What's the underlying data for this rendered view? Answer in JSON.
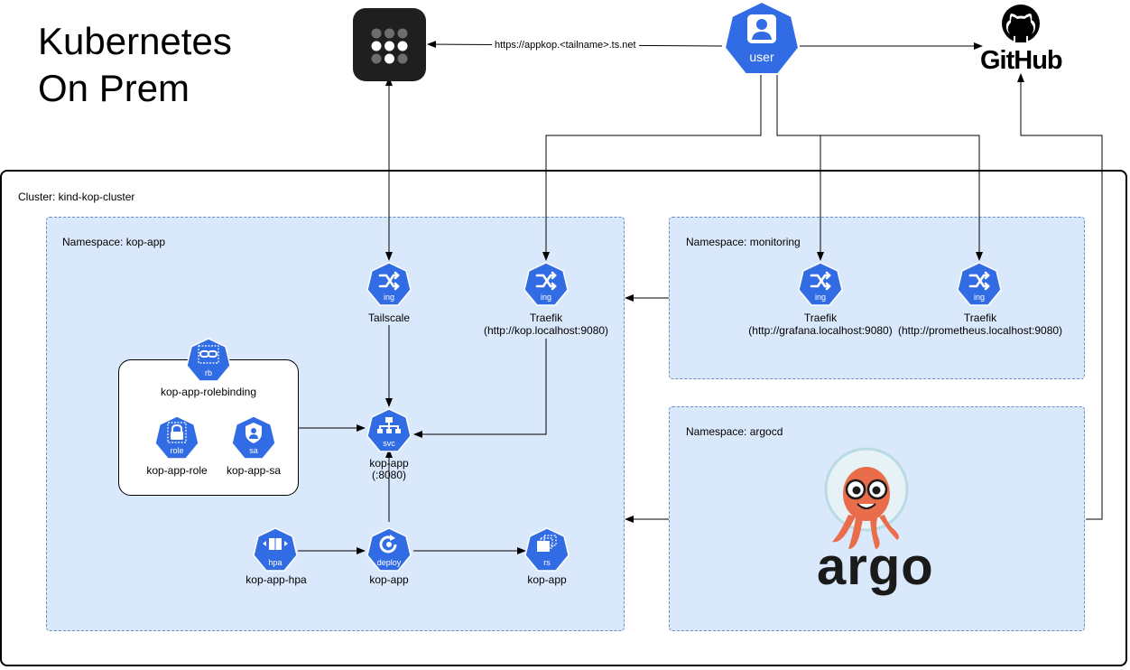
{
  "title": "Kubernetes\nOn Prem",
  "external": {
    "tailscale_url": "https://appkop.<tailname>.ts.net",
    "user_label": "user",
    "github_label": "GitHub"
  },
  "cluster": {
    "label": "Cluster: kind-kop-cluster"
  },
  "namespaces": {
    "kop_app": {
      "label": "Namespace: kop-app",
      "ingress_tailscale": {
        "badge": "ing",
        "name": "Tailscale"
      },
      "ingress_traefik": {
        "badge": "ing",
        "name": "Traefik",
        "url": "(http://kop.localhost:9080)"
      },
      "service": {
        "badge": "svc",
        "name": "kop-app",
        "port": "(:8080)"
      },
      "rolebinding": {
        "badge": "rb",
        "name": "kop-app-rolebinding"
      },
      "role": {
        "badge": "role",
        "name": "kop-app-role"
      },
      "serviceaccount": {
        "badge": "sa",
        "name": "kop-app-sa"
      },
      "hpa": {
        "badge": "hpa",
        "name": "kop-app-hpa"
      },
      "deploy": {
        "badge": "deploy",
        "name": "kop-app"
      },
      "replicaset": {
        "badge": "rs",
        "name": "kop-app"
      }
    },
    "monitoring": {
      "label": "Namespace: monitoring",
      "grafana": {
        "badge": "ing",
        "name": "Traefik",
        "url": "(http://grafana.localhost:9080)"
      },
      "prometheus": {
        "badge": "ing",
        "name": "Traefik",
        "url": "(http://prometheus.localhost:9080)"
      }
    },
    "argocd": {
      "label": "Namespace: argocd",
      "logo_text": "argo"
    }
  },
  "colors": {
    "k8s_blue": "#326ce5",
    "namespace_fill": "#dae8fc",
    "namespace_border": "#6c8ebf",
    "argo_orange": "#e96d4b",
    "argo_ink": "#1a1a1a",
    "tailscale_bg": "#1f1f1f"
  },
  "icons": {
    "tailscale": "tailscale-logo-icon",
    "user": "user-icon",
    "github": "github-octocat-icon",
    "ingress": "ingress-shuffle-icon",
    "service": "service-tree-icon",
    "rolebinding": "link-icon",
    "role": "lock-icon",
    "serviceaccount": "shield-user-icon",
    "hpa": "cube-arrows-icon",
    "deploy": "refresh-icon",
    "replicaset": "stacked-boxes-icon",
    "argo": "argo-octopus-icon"
  }
}
